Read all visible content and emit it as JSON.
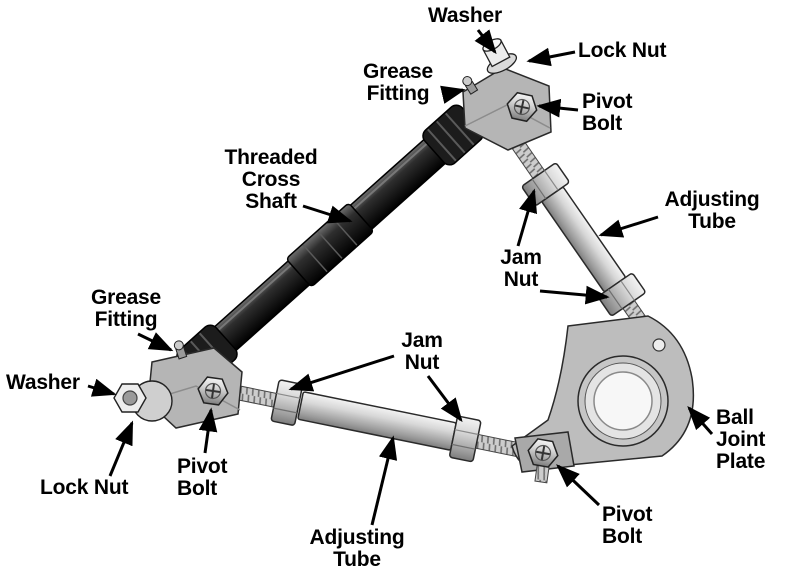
{
  "diagram": {
    "labels": {
      "washer_top": "Washer",
      "lock_nut_top": "Lock Nut",
      "grease_fitting_top": "Grease\nFitting",
      "pivot_bolt_top": "Pivot\nBolt",
      "threaded_cross_shaft": "Threaded\nCross\nShaft",
      "adjusting_tube_right": "Adjusting\nTube",
      "jam_nut_right": "Jam\nNut",
      "grease_fitting_left": "Grease\nFitting",
      "washer_left": "Washer",
      "jam_nut_middle": "Jam\nNut",
      "lock_nut_left": "Lock Nut",
      "pivot_bolt_left": "Pivot\nBolt",
      "adjusting_tube_bottom": "Adjusting\nTube",
      "pivot_bolt_right": "Pivot\nBolt",
      "ball_joint_plate": "Ball\nJoint\nPlate"
    },
    "colors": {
      "background": "#ffffff",
      "label_text": "#000000",
      "arrow": "#000000",
      "tube_metal": "#c8c8c8",
      "cross_shaft": "#1e1e1e",
      "plate": "#bdbdbd"
    }
  }
}
